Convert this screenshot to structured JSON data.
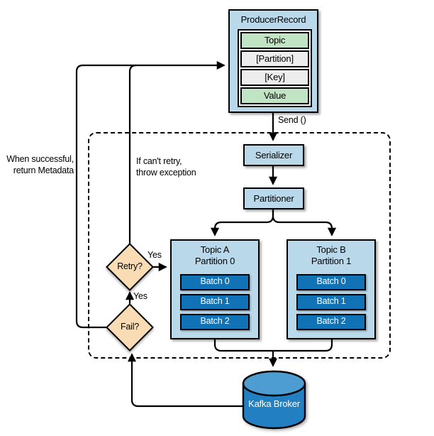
{
  "colors": {
    "box-blue": "#b9d8ea",
    "row-green": "#c0e4c4",
    "row-gray": "#ededed",
    "batch-blue": "#1173b6",
    "diamond-peach": "#fadcb4",
    "broker-body": "#2280c2",
    "broker-top": "#4d9dd2",
    "line": "#000000"
  },
  "producer_record": {
    "title": "ProducerRecord",
    "rows": [
      "Topic",
      "[Partition]",
      "[Key]",
      "Value"
    ]
  },
  "labels": {
    "send": "Send ()",
    "serializer": "Serializer",
    "partitioner": "Partitioner",
    "retry": "Retry?",
    "fail": "Fail?",
    "yes_retry": "Yes",
    "yes_fail": "Yes",
    "broker": "Kafka Broker"
  },
  "notes": {
    "success_line1": "When successful,",
    "success_line2": "return Metadata",
    "noretry_line1": "If can't retry,",
    "noretry_line2": "throw exception"
  },
  "topic_a": {
    "line1": "Topic A",
    "line2": "Partition 0",
    "batches": [
      "Batch 0",
      "Batch 1",
      "Batch 2"
    ]
  },
  "topic_b": {
    "line1": "Topic B",
    "line2": "Partition 1",
    "batches": [
      "Batch 0",
      "Batch 1",
      "Batch 2"
    ]
  }
}
